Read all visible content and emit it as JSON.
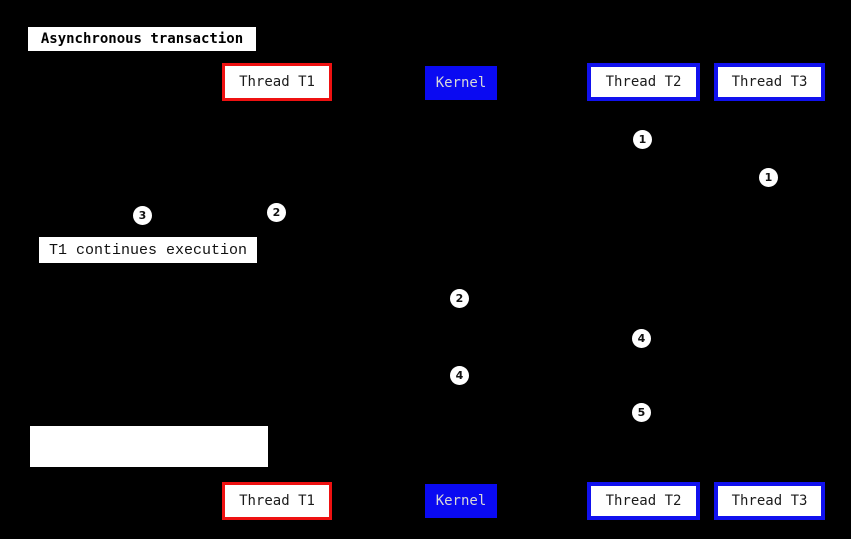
{
  "diagram": {
    "title": "Asynchronous transaction"
  },
  "actors_top": [
    {
      "label": "Thread T1",
      "style": "red-outline"
    },
    {
      "label": "Kernel",
      "style": "blue-fill"
    },
    {
      "label": "Thread T2",
      "style": "blue-outline"
    },
    {
      "label": "Thread T3",
      "style": "blue-outline"
    }
  ],
  "actors_bottom": [
    {
      "label": "Thread T1",
      "style": "red-outline"
    },
    {
      "label": "Kernel",
      "style": "blue-fill"
    },
    {
      "label": "Thread T2",
      "style": "blue-outline"
    },
    {
      "label": "Thread T3",
      "style": "blue-outline"
    }
  ],
  "notes": {
    "t1_continues": "T1 continues execution",
    "empty_note": ""
  },
  "markers": [
    {
      "number": "1"
    },
    {
      "number": "1"
    },
    {
      "number": "2"
    },
    {
      "number": "3"
    },
    {
      "number": "2"
    },
    {
      "number": "4"
    },
    {
      "number": "4"
    },
    {
      "number": "5"
    }
  ],
  "colors": {
    "background": "#000000",
    "red_accent": "#ee1111",
    "blue_accent": "#1111ee",
    "kernel_fill": "#0a0af2",
    "box_fill": "#ffffff",
    "text_dark": "#1b1b1b"
  }
}
